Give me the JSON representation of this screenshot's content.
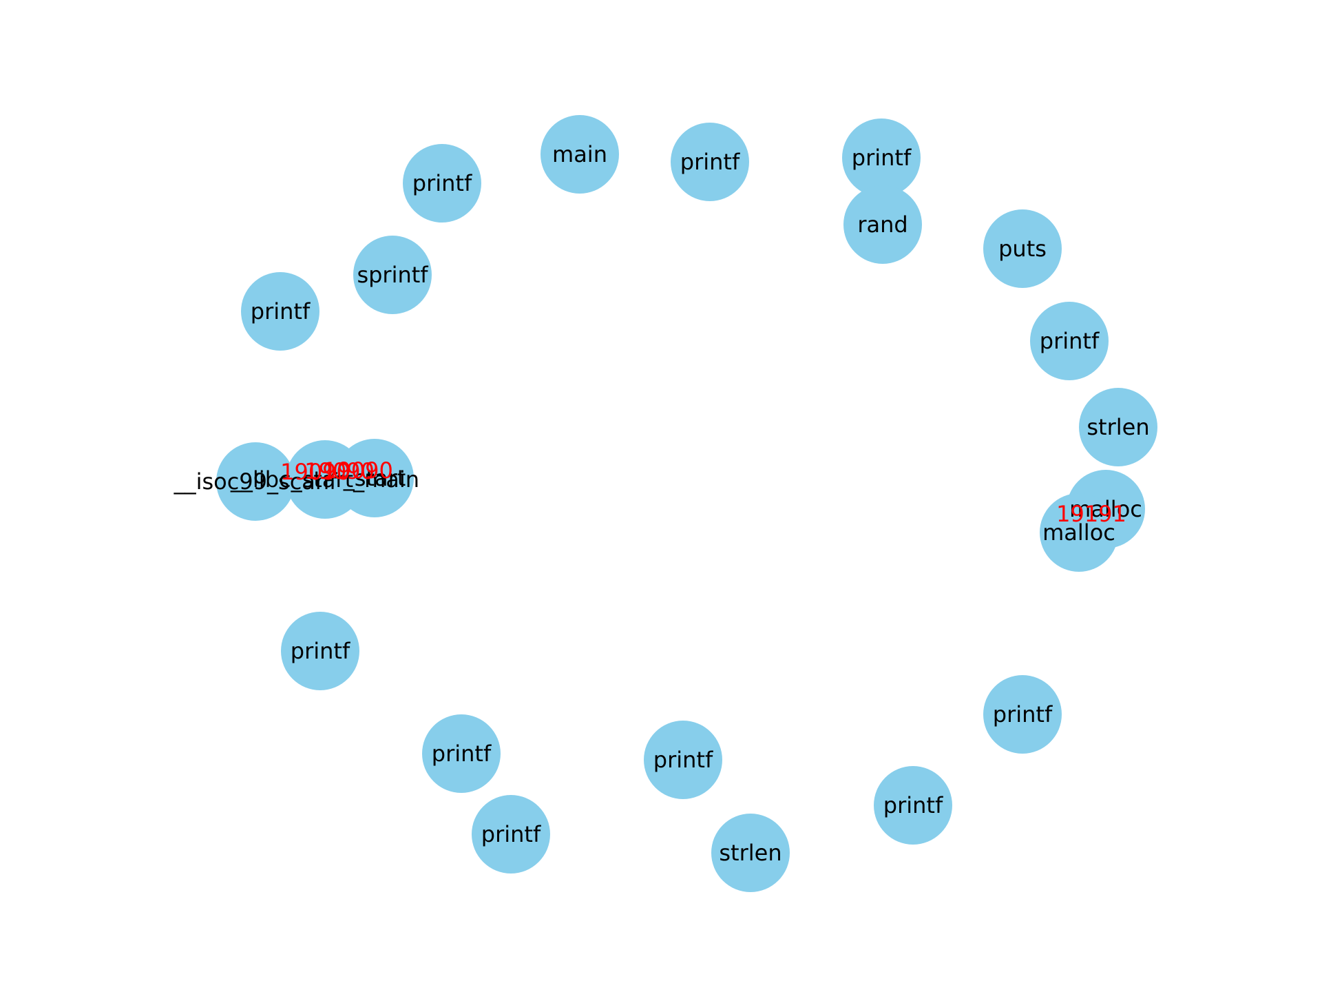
{
  "graph": {
    "node_color": "#87CEEB",
    "label_color": "#000000",
    "edge_label_color": "#ff0000",
    "nodes": [
      {
        "id": "n1",
        "label": "main"
      },
      {
        "id": "n2",
        "label": "printf"
      },
      {
        "id": "n3",
        "label": "printf"
      },
      {
        "id": "n4",
        "label": "printf"
      },
      {
        "id": "n5",
        "label": "rand"
      },
      {
        "id": "n6",
        "label": "sprintf"
      },
      {
        "id": "n7",
        "label": "puts"
      },
      {
        "id": "n8",
        "label": "printf"
      },
      {
        "id": "n9",
        "label": "printf"
      },
      {
        "id": "n10",
        "label": "strlen"
      },
      {
        "id": "n11",
        "label": "malloc"
      },
      {
        "id": "n12",
        "label": "malloc"
      },
      {
        "id": "n13",
        "label": "__isoc99_scanf"
      },
      {
        "id": "n14",
        "label": "__libc_start_main"
      },
      {
        "id": "n15",
        "label": "_start"
      },
      {
        "id": "n16",
        "label": "printf"
      },
      {
        "id": "n17",
        "label": "printf"
      },
      {
        "id": "n18",
        "label": "printf"
      },
      {
        "id": "n19",
        "label": "printf"
      },
      {
        "id": "n20",
        "label": "printf"
      },
      {
        "id": "n21",
        "label": "printf"
      },
      {
        "id": "n22",
        "label": "strlen"
      }
    ],
    "edge_labels": [
      "19090",
      "19090",
      "19090",
      "19191"
    ]
  }
}
